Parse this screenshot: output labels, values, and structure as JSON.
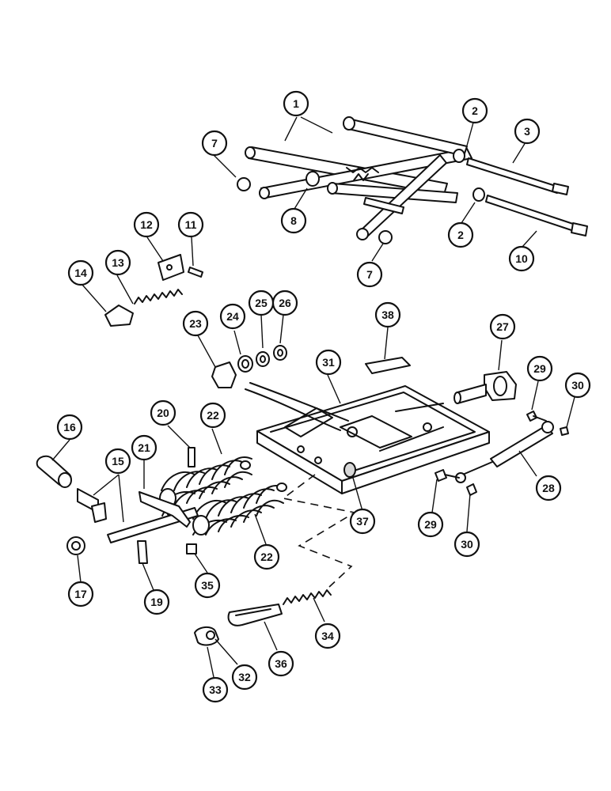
{
  "callouts": [
    {
      "label": "1"
    },
    {
      "label": "2"
    },
    {
      "label": "3"
    },
    {
      "label": "7"
    },
    {
      "label": "8"
    },
    {
      "label": "2"
    },
    {
      "label": "10"
    },
    {
      "label": "7"
    },
    {
      "label": "12"
    },
    {
      "label": "11"
    },
    {
      "label": "13"
    },
    {
      "label": "14"
    },
    {
      "label": "23"
    },
    {
      "label": "24"
    },
    {
      "label": "25"
    },
    {
      "label": "26"
    },
    {
      "label": "38"
    },
    {
      "label": "27"
    },
    {
      "label": "31"
    },
    {
      "label": "29"
    },
    {
      "label": "30"
    },
    {
      "label": "16"
    },
    {
      "label": "20"
    },
    {
      "label": "22"
    },
    {
      "label": "21"
    },
    {
      "label": "15"
    },
    {
      "label": "22"
    },
    {
      "label": "37"
    },
    {
      "label": "28"
    },
    {
      "label": "29"
    },
    {
      "label": "30"
    },
    {
      "label": "17"
    },
    {
      "label": "19"
    },
    {
      "label": "35"
    },
    {
      "label": "34"
    },
    {
      "label": "36"
    },
    {
      "label": "32"
    },
    {
      "label": "33"
    }
  ]
}
